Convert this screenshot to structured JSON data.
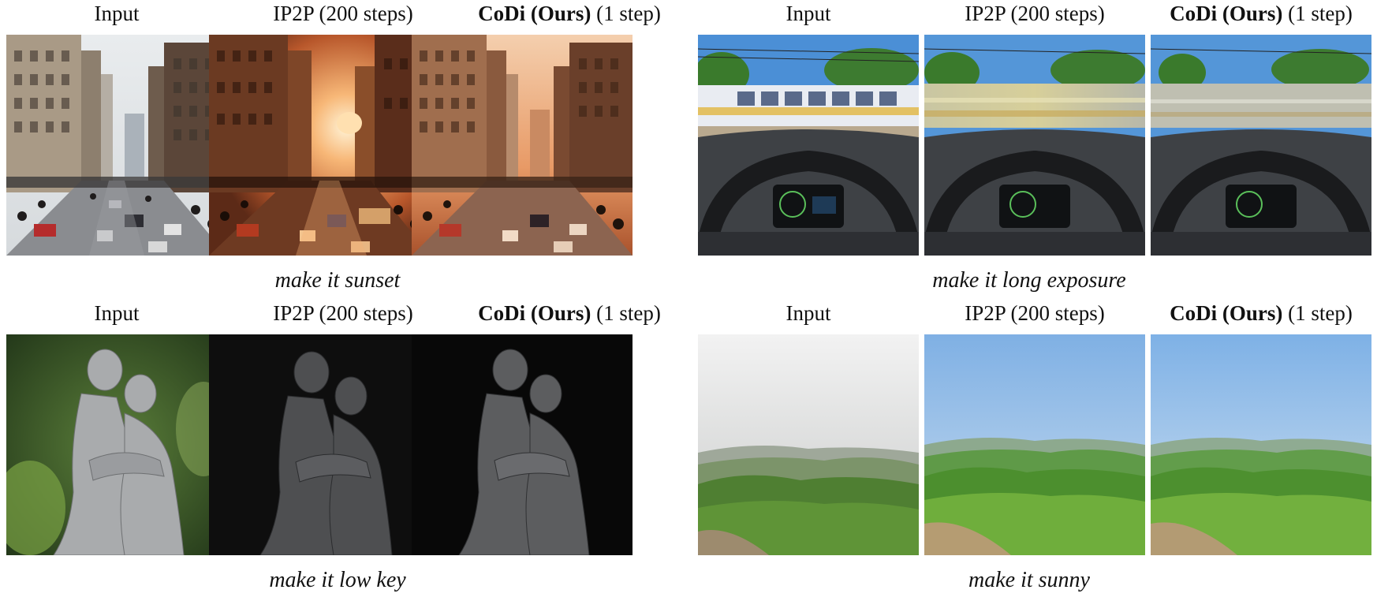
{
  "column_labels": {
    "input": "Input",
    "ip2p": "IP2P (200 steps)",
    "codi_bold": "CoDi (Ours)",
    "codi_rest": " (1 step)"
  },
  "groups": [
    {
      "caption": "make it sunset",
      "scene": "city-street"
    },
    {
      "caption": "make it long exposure",
      "scene": "car-interior"
    },
    {
      "caption": "make it low key",
      "scene": "statue"
    },
    {
      "caption": "make it sunny",
      "scene": "hills"
    }
  ]
}
